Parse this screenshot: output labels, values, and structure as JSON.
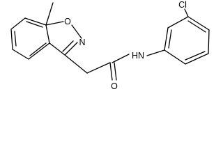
{
  "molecule": {
    "atom_labels": {
      "chlorine": "Cl",
      "ring_oxygen": "O",
      "ring_nitrogen": "N",
      "amide_nh": "HN",
      "carbonyl_oxygen": "O"
    },
    "colors": {
      "bond": "#000000",
      "label": "#000000",
      "background": "#ffffff"
    }
  }
}
